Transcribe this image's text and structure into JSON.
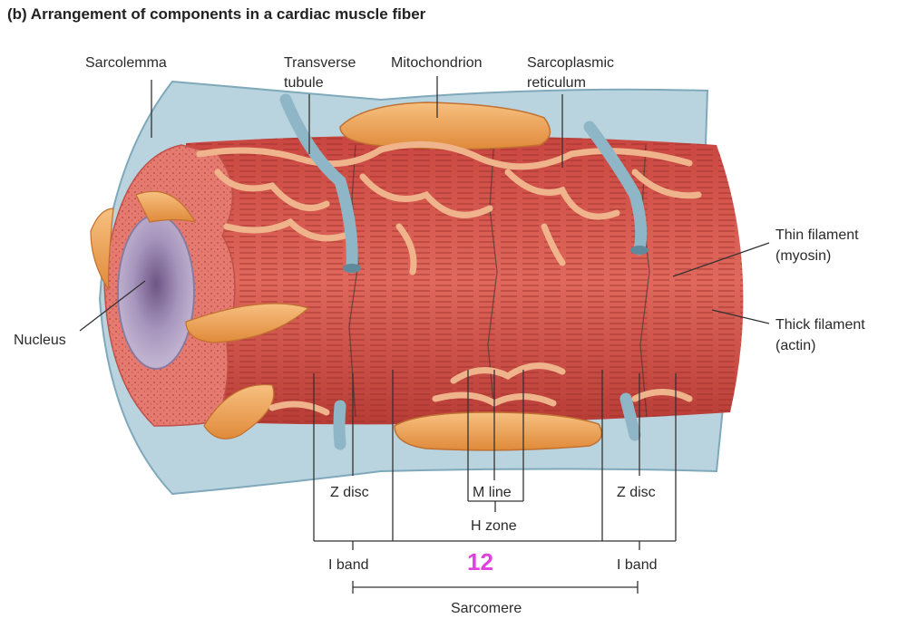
{
  "title": "(b) Arrangement of components in a cardiac muscle fiber",
  "labels": {
    "sarcolemma": "Sarcolemma",
    "transverse_1": "Transverse",
    "transverse_2": "tubule",
    "mitochondrion": "Mitochondrion",
    "sarcoplasmic_1": "Sarcoplasmic",
    "sarcoplasmic_2": "reticulum",
    "thin_1": "Thin filament",
    "thin_2": "(myosin)",
    "thick_1": "Thick filament",
    "thick_2": "(actin)",
    "nucleus": "Nucleus",
    "z_disc_left": "Z disc",
    "m_line": "M line",
    "z_disc_right": "Z disc",
    "h_zone": "H zone",
    "i_band_left": "I band",
    "marker": "12",
    "i_band_right": "I band",
    "sarcomere": "Sarcomere"
  },
  "colors": {
    "muscle": "#d9584f",
    "muscle_dark": "#a8322e",
    "membrane": "#a9c9d6",
    "membrane_dark": "#7fa9ba",
    "reticulum": "#f2b58e",
    "mitochondrion": "#f0a050",
    "nucleus": "#a895bd",
    "cross_section": "#e88076"
  }
}
